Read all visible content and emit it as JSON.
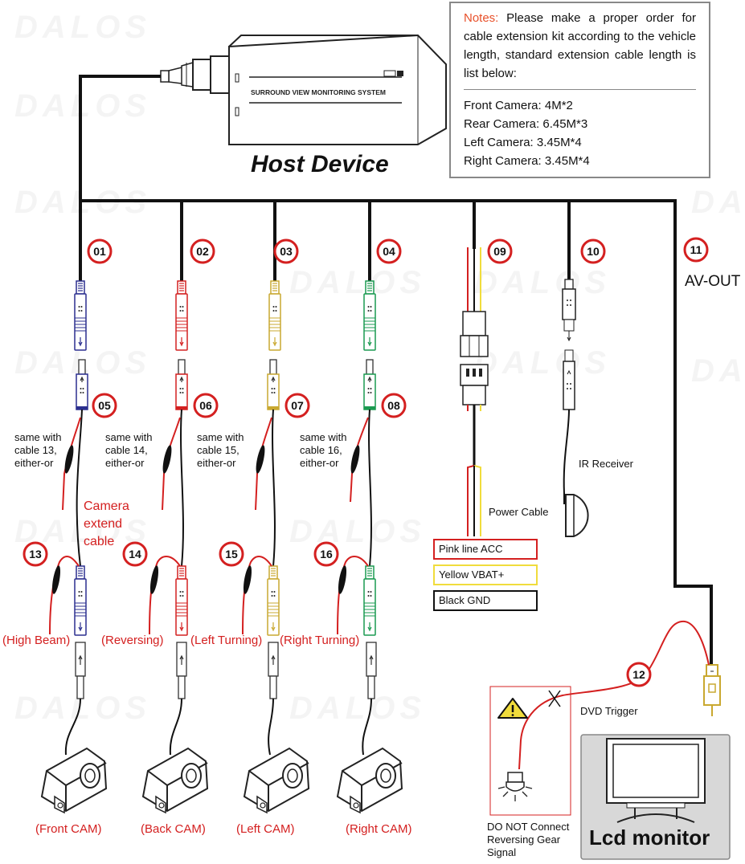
{
  "watermark": "DALOS",
  "host": {
    "title": "Host Device",
    "box_label": "SURROUND VIEW MONITORING SYSTEM"
  },
  "notes": {
    "label": "Notes:",
    "text": "Please make a proper order for cable extension kit according to the vehicle length, standard extension cable length is list below:",
    "lines": [
      "Front Camera: 4M*2",
      "Rear Camera: 6.45M*3",
      "Left Camera: 3.45M*4",
      "Right Camera: 3.45M*4"
    ]
  },
  "badges": [
    "01",
    "02",
    "03",
    "04",
    "05",
    "06",
    "07",
    "08",
    "09",
    "10",
    "11",
    "12",
    "13",
    "14",
    "15",
    "16"
  ],
  "av_out": "AV-OUT",
  "same_with": [
    [
      "same with",
      "cable 13,",
      "either-or"
    ],
    [
      "same with",
      "cable 14,",
      "either-or"
    ],
    [
      "same with",
      "cable 15,",
      "either-or"
    ],
    [
      "same with",
      "cable 16,",
      "either-or"
    ]
  ],
  "camera_extend": [
    "Camera",
    "extend",
    "cable"
  ],
  "triggers": [
    "(High Beam)",
    "(Reversing)",
    "(Left Turning)",
    "(Right Turning)"
  ],
  "cams": [
    "(Front CAM)",
    "(Back CAM)",
    "(Left CAM)",
    "(Right CAM)"
  ],
  "ir_receiver": "IR Receiver",
  "power_cable": "Power Cable",
  "power_wires": [
    "Pink line ACC",
    "Yellow VBAT+",
    "Black GND"
  ],
  "dvd_trigger": "DVD Trigger",
  "do_not_connect": [
    "DO NOT Connect",
    "Reversing Gear",
    "Signal"
  ],
  "lcd_monitor": "Lcd monitor",
  "colors": {
    "blue": "#2b2f8f",
    "red": "#d42020",
    "yellow": "#c9a830",
    "green": "#1a9a50",
    "wire": "#111111",
    "badge_ring": "#d42020",
    "notes_label": "#e8502a",
    "pink_box": "#d42020",
    "yellow_box": "#f0dc3c",
    "black_box": "#111111"
  }
}
